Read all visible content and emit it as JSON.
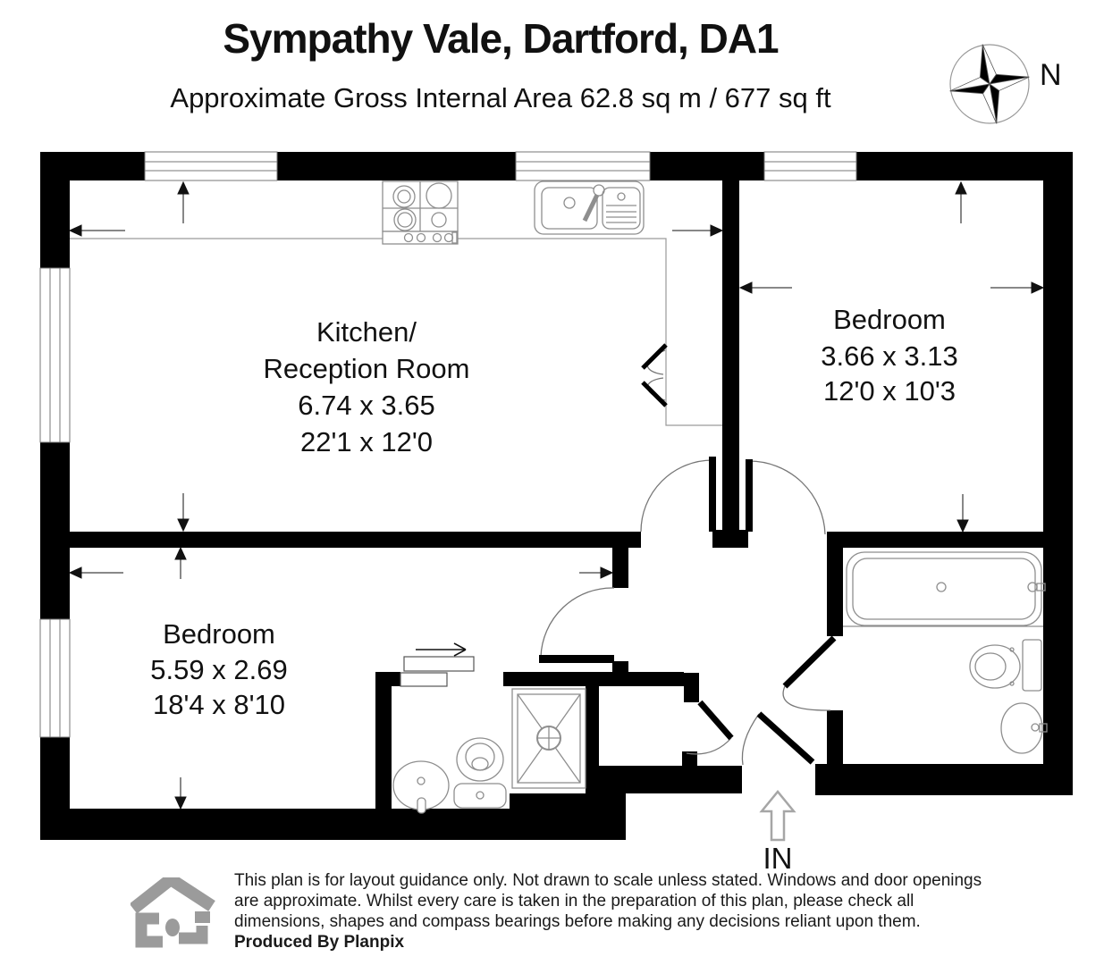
{
  "header": {
    "title": "Sympathy Vale, Dartford, DA1",
    "subtitle": "Approximate Gross Internal Area 62.8 sq m / 677 sq ft"
  },
  "compass": {
    "north_label": "N"
  },
  "rooms": {
    "kitchen_reception": {
      "name_line1": "Kitchen/",
      "name_line2": "Reception Room",
      "metric": "6.74 x 3.65",
      "imperial": "22'1 x 12'0"
    },
    "bedroom_right": {
      "name": "Bedroom",
      "metric": "3.66 x 3.13",
      "imperial": "12'0 x 10'3"
    },
    "bedroom_left": {
      "name": "Bedroom",
      "metric": "5.59 x 2.69",
      "imperial": "18'4 x 8'10"
    }
  },
  "entrance": {
    "label": "IN"
  },
  "footer": {
    "disclaimer_lines": [
      "This plan is for layout guidance only. Not drawn to scale unless stated. Windows and door openings",
      "are approximate. Whilst every care is taken in the preparation of this plan, please check all",
      "dimensions, shapes and compass bearings before making any decisions reliant upon them."
    ],
    "credit": "Produced By Planpix"
  },
  "colors": {
    "wall": "#000000",
    "fixture_stroke": "#8e8e8e",
    "door_arc": "#777777",
    "window_frame": "#777777",
    "logo_gray": "#9b9b9b",
    "entrance_arrow": "#a6a6a6"
  }
}
